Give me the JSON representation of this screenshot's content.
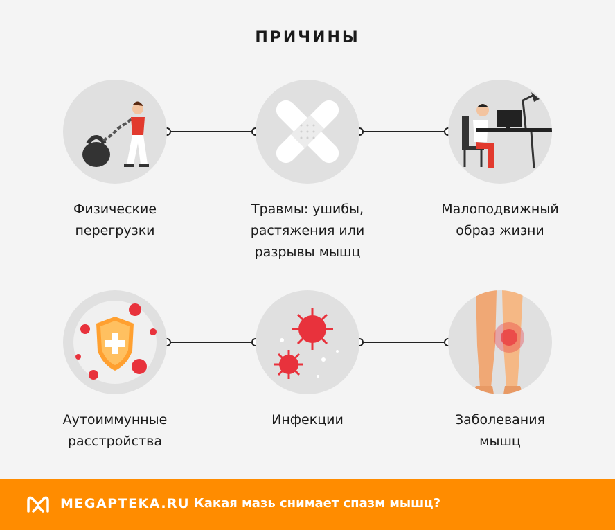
{
  "title": "ПРИЧИНЫ",
  "causes": [
    {
      "label_line1": "Физические",
      "label_line2": "перегрузки",
      "label_line3": "",
      "icon": "kettlebell-chain-icon"
    },
    {
      "label_line1": "Травмы: ушибы,",
      "label_line2": "растяжения или",
      "label_line3": "разрывы мышц",
      "icon": "bandage-icon"
    },
    {
      "label_line1": "Малоподвижный",
      "label_line2": "образ жизни",
      "label_line3": "",
      "icon": "desk-worker-icon"
    },
    {
      "label_line1": "Аутоиммунные",
      "label_line2": "расстройства",
      "label_line3": "",
      "icon": "shield-virus-icon"
    },
    {
      "label_line1": "Инфекции",
      "label_line2": "",
      "label_line3": "",
      "icon": "virus-icon"
    },
    {
      "label_line1": "Заболевания",
      "label_line2": "мышц",
      "label_line3": "",
      "icon": "leg-pain-icon"
    }
  ],
  "footer": {
    "brand": "MEGAPTEKA.RU",
    "link_text": "Какая мазь снимает спазм мышц?"
  },
  "colors": {
    "accent": "#ff8c00",
    "virus_red": "#e8323c",
    "circle_bg": "#e0e0e0"
  }
}
